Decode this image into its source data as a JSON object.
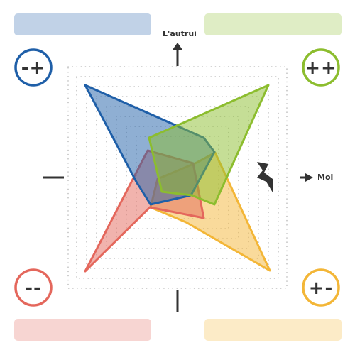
{
  "colors": {
    "blue": "#1f5fa8",
    "green": "#8cbd2e",
    "red": "#e4675c",
    "orange": "#f3b637",
    "dark": "#333333",
    "dots": "#bdbdbd"
  },
  "axes": {
    "top_label": "L'autrui",
    "right_label": "Moi"
  },
  "quadrants": [
    {
      "id": "top-left",
      "symbol": "-+",
      "color": "blue",
      "label_text": ""
    },
    {
      "id": "top-right",
      "symbol": "++",
      "color": "green",
      "label_text": ""
    },
    {
      "id": "bottom-left",
      "symbol": "--",
      "color": "red",
      "label_text": ""
    },
    {
      "id": "bottom-right",
      "symbol": "+-",
      "color": "orange",
      "label_text": ""
    }
  ],
  "icons": {
    "lightning": "lightning-icon"
  }
}
